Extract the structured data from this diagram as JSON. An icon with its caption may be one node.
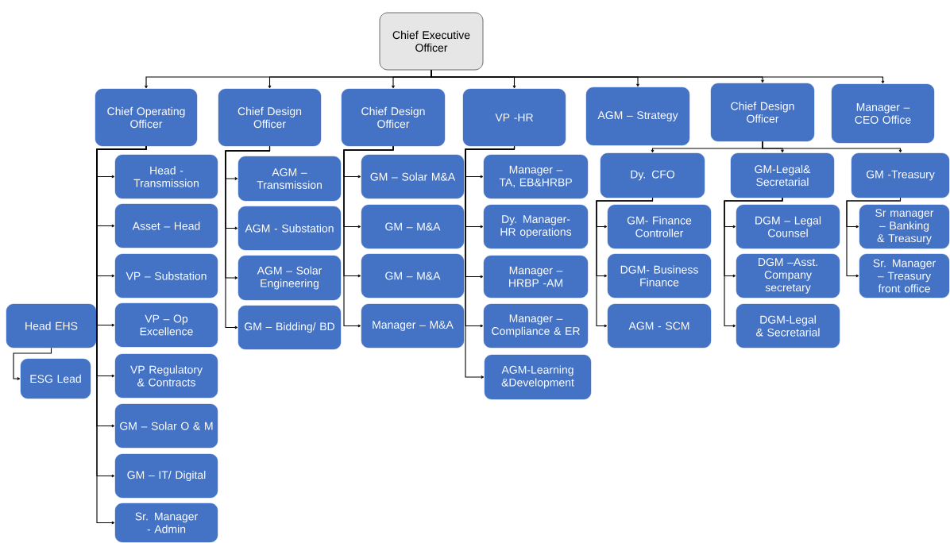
{
  "diagram": {
    "nodes": [
      {
        "text": [
          "Chief Executive Officer"
        ]
      },
      {
        "text": [
          "Chief Operating Officer"
        ]
      },
      {
        "text": [
          "Chief Design Officer"
        ]
      },
      {
        "text": [
          "Chief Design Officer"
        ]
      },
      {
        "text": [
          "VP -HR"
        ]
      },
      {
        "text": [
          "AGM – Strategy"
        ]
      },
      {
        "text": [
          "Chief Design Officer"
        ]
      },
      {
        "text": [
          "Manager – CEO Office"
        ]
      },
      {
        "text": [
          "Head - Transmission"
        ]
      },
      {
        "text": [
          "Asset – Head"
        ]
      },
      {
        "text": [
          "VP – Substation"
        ]
      },
      {
        "text": [
          "VP – Op Excellence"
        ]
      },
      {
        "text": [
          "VP Regulatory & Contracts"
        ]
      },
      {
        "text": [
          "GM – Solar O & M"
        ]
      },
      {
        "text": [
          "GM – IT/ Digital"
        ]
      },
      {
        "text": [
          "Sr. Manager - Admin"
        ]
      },
      {
        "text": [
          "AGM – Transmission"
        ]
      },
      {
        "text": [
          "AGM - Substation"
        ]
      },
      {
        "text": [
          "AGM – Solar Engineering"
        ]
      },
      {
        "text": [
          "GM – Bidding/ BD"
        ]
      },
      {
        "text": [
          "GM – Solar M&A"
        ]
      },
      {
        "text": [
          "GM – M&A"
        ]
      },
      {
        "text": [
          "GM – M&A"
        ]
      },
      {
        "text": [
          "Manager – M&A"
        ]
      },
      {
        "text": [
          "Manager – TA, EB&HRBP"
        ]
      },
      {
        "text": [
          "Dy. Manager- HR operations"
        ]
      },
      {
        "text": [
          "Manager – HRBP -AM"
        ]
      },
      {
        "text": [
          "Manager – Compliance & ER"
        ]
      },
      {
        "text": [
          "AGM-Learning &Development"
        ]
      },
      {
        "text": [
          "Dy. CFO"
        ]
      },
      {
        "text": [
          "GM-Legal& Secretarial"
        ]
      },
      {
        "text": [
          "GM -Treasury"
        ]
      },
      {
        "text": [
          "GM- Finance Controller"
        ]
      },
      {
        "text": [
          "DGM- Business Finance"
        ]
      },
      {
        "text": [
          "AGM - SCM"
        ]
      },
      {
        "text": [
          "DGM – Legal Counsel"
        ]
      },
      {
        "text": [
          "DGM –Asst. Company secretary"
        ]
      },
      {
        "text": [
          "DGM-Legal & Secretarial"
        ]
      },
      {
        "text": [
          "Sr manager – Banking & Treasury"
        ]
      },
      {
        "text": [
          "Sr. Manager – Treasury front office"
        ]
      },
      {
        "text": [
          "Head EHS"
        ]
      },
      {
        "text": [
          "ESG Lead"
        ]
      }
    ],
    "edges": [
      {
        "from": 0,
        "to": 1,
        "arrow": "to"
      },
      {
        "from": 0,
        "to": 2,
        "arrow": "to"
      },
      {
        "from": 0,
        "to": 3,
        "arrow": "to"
      },
      {
        "from": 0,
        "to": 4,
        "arrow": "to"
      },
      {
        "from": 0,
        "to": 5,
        "arrow": "to"
      },
      {
        "from": 0,
        "to": 6,
        "arrow": "to"
      },
      {
        "from": 0,
        "to": 7,
        "arrow": "to"
      },
      {
        "from": 1,
        "to": 8,
        "arrow": "to"
      },
      {
        "from": 1,
        "to": 9,
        "arrow": "to"
      },
      {
        "from": 1,
        "to": 10,
        "arrow": "to"
      },
      {
        "from": 1,
        "to": 11,
        "arrow": "to"
      },
      {
        "from": 1,
        "to": 12,
        "arrow": "to"
      },
      {
        "from": 1,
        "to": 13,
        "arrow": "to"
      },
      {
        "from": 1,
        "to": 14,
        "arrow": "to"
      },
      {
        "from": 1,
        "to": 15,
        "arrow": "to"
      },
      {
        "from": 2,
        "to": 16,
        "arrow": "to"
      },
      {
        "from": 2,
        "to": 17,
        "arrow": "to"
      },
      {
        "from": 2,
        "to": 18,
        "arrow": "to"
      },
      {
        "from": 2,
        "to": 19,
        "arrow": "to"
      },
      {
        "from": 3,
        "to": 20,
        "arrow": "to"
      },
      {
        "from": 3,
        "to": 21,
        "arrow": "to"
      },
      {
        "from": 3,
        "to": 22,
        "arrow": "to"
      },
      {
        "from": 3,
        "to": 23,
        "arrow": "to"
      },
      {
        "from": 4,
        "to": 24,
        "arrow": "to"
      },
      {
        "from": 4,
        "to": 25,
        "arrow": "to"
      },
      {
        "from": 4,
        "to": 26,
        "arrow": "to"
      },
      {
        "from": 4,
        "to": 27,
        "arrow": "to"
      },
      {
        "from": 4,
        "to": 28,
        "arrow": "to"
      },
      {
        "from": 6,
        "to": 29,
        "arrow": "to"
      },
      {
        "from": 6,
        "to": 30,
        "arrow": "to"
      },
      {
        "from": 6,
        "to": 31,
        "arrow": "to"
      },
      {
        "from": 29,
        "to": 32,
        "arrow": "to"
      },
      {
        "from": 29,
        "to": 33,
        "arrow": "to"
      },
      {
        "from": 29,
        "to": 34,
        "arrow": "to"
      },
      {
        "from": 30,
        "to": 35,
        "arrow": "to"
      },
      {
        "from": 30,
        "to": 36,
        "arrow": "to"
      },
      {
        "from": 30,
        "to": 37,
        "arrow": "to"
      },
      {
        "from": 31,
        "to": 38,
        "arrow": "to"
      },
      {
        "from": 31,
        "to": 39,
        "arrow": "to"
      },
      {
        "from": 40,
        "to": 41,
        "arrow": "to"
      }
    ]
  }
}
